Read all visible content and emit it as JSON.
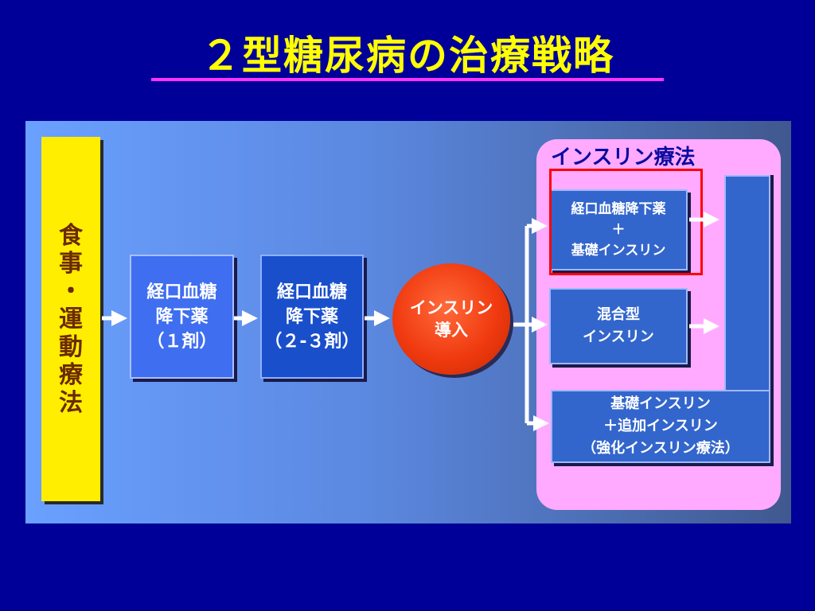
{
  "title": "２型糖尿病の治療戦略",
  "diet_therapy": "食\n事\n・\n運\n動\n療\n法",
  "step1": "経口血糖\n降下薬\n（１剤）",
  "step2": "経口血糖\n降下薬\n（２-３剤）",
  "insulin_start": "インスリン\n導入",
  "insulin_therapy": {
    "header": "インスリン療法",
    "option1": "経口血糖降下薬\n＋\n基礎インスリン",
    "option2": "混合型\nインスリン",
    "option3": "基礎インスリン\n＋追加インスリン\n（強化インスリン療法）"
  },
  "colors": {
    "background": "#000099",
    "title": "#ffff00",
    "underline": "#ff33ff",
    "highlight_frame": "#ff0000",
    "insulin_panel": "#ffaaff"
  }
}
